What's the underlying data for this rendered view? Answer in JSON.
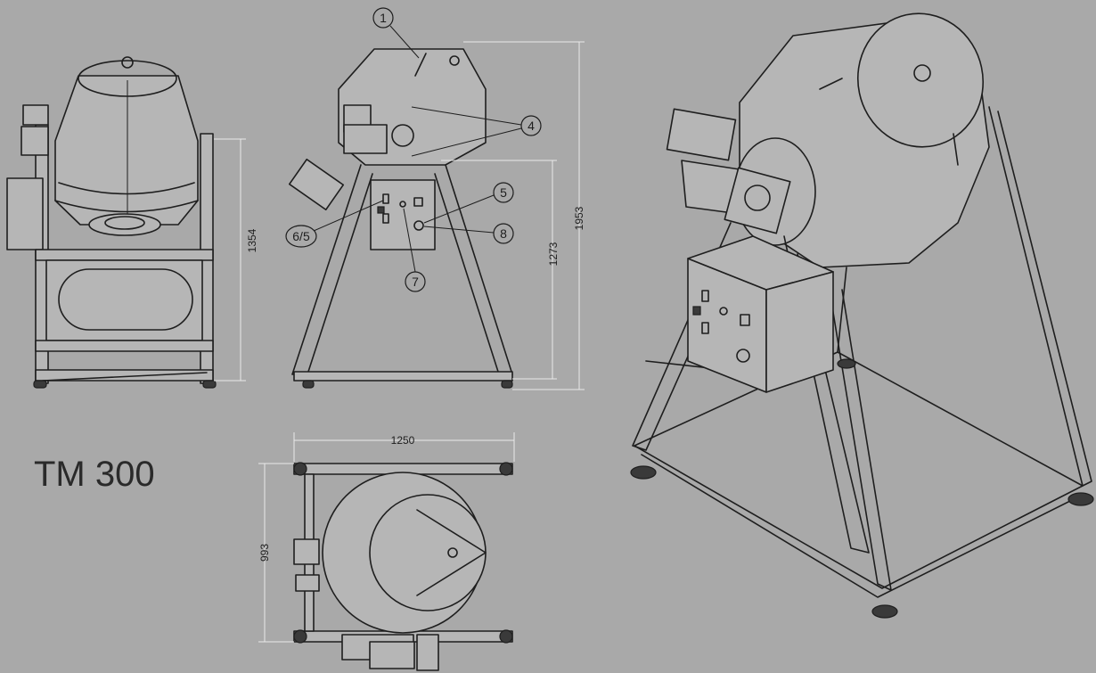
{
  "title": "TM 300",
  "dimensions": {
    "height_side": "1354",
    "height_front": "1273",
    "height_total": "1953",
    "width_top": "1250",
    "depth_top": "993"
  },
  "callouts": [
    "1",
    "4",
    "5",
    "6/5",
    "7",
    "8"
  ],
  "colors": {
    "background": "#a9a9a9",
    "line": "#1e1e1e",
    "dimension_line": "#e9e9e9"
  }
}
